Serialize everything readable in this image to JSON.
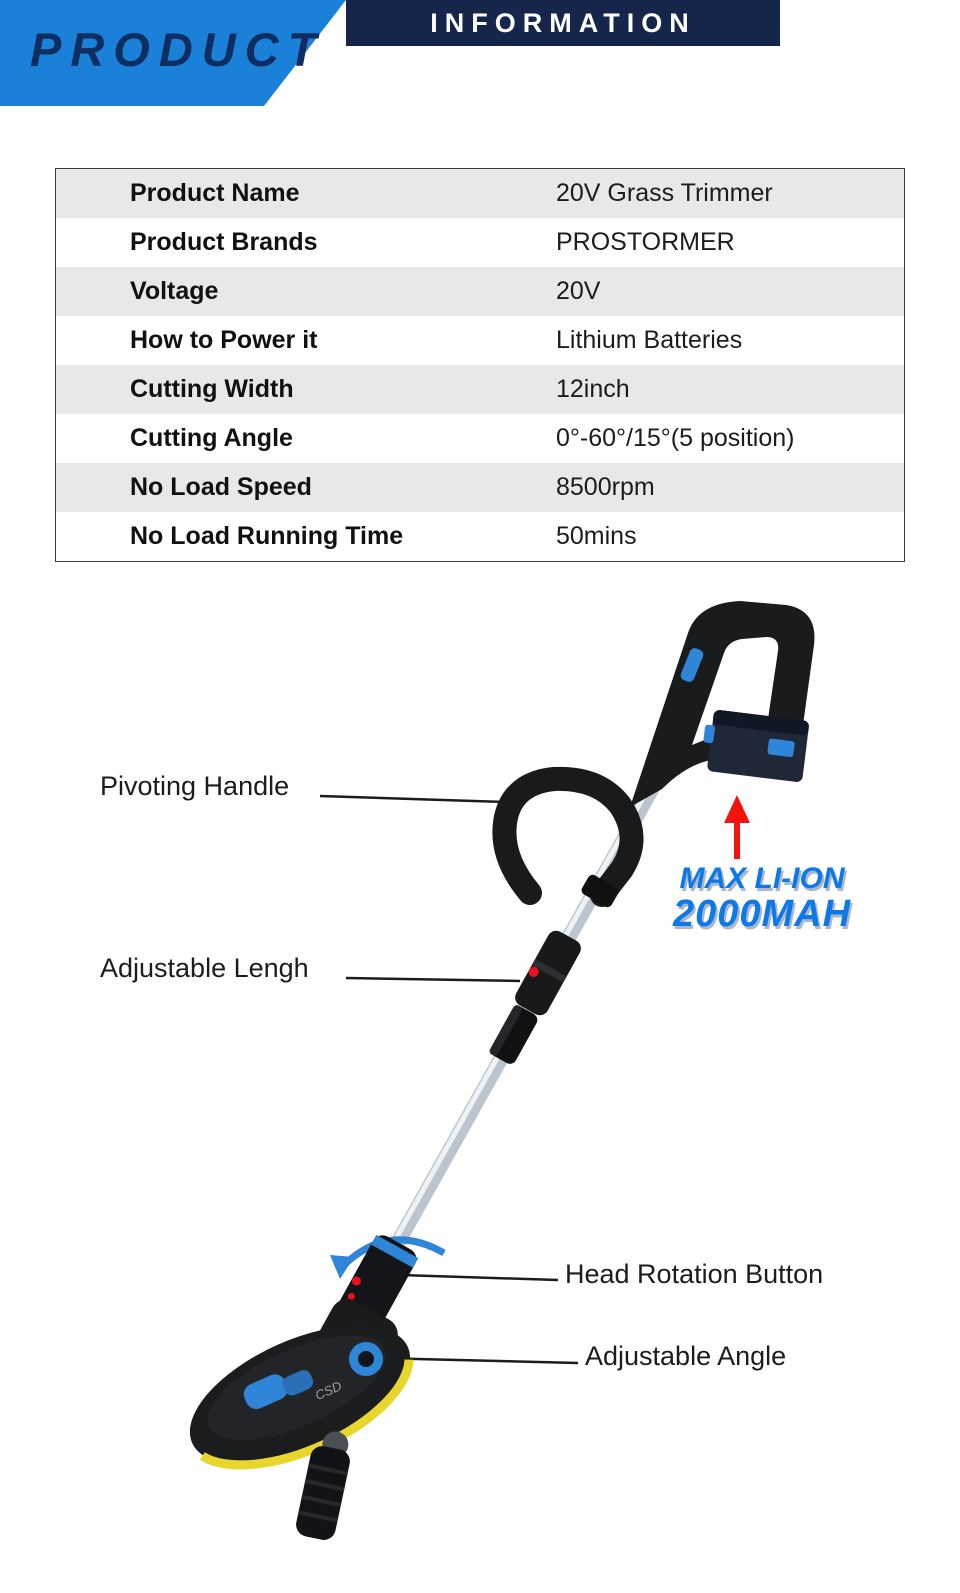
{
  "header": {
    "product_label": "PRODUCT",
    "information_label": "INFORMATION",
    "accent_blue": "#1b80d8",
    "navy": "#15264a"
  },
  "spec_table": {
    "rows": [
      {
        "label": "Product Name",
        "value": "20V Grass Trimmer"
      },
      {
        "label": "Product Brands",
        "value": "PROSTORMER"
      },
      {
        "label": "Voltage",
        "value": "20V"
      },
      {
        "label": "How to Power it",
        "value": "Lithium Batteries"
      },
      {
        "label": "Cutting Width",
        "value": "12inch"
      },
      {
        "label": "Cutting Angle",
        "value": "0°-60°/15°(5 position)"
      },
      {
        "label": "No Load Speed",
        "value": "8500rpm"
      },
      {
        "label": "No Load Running Time",
        "value": "50mins"
      }
    ]
  },
  "diagram": {
    "pivoting_handle_label": "Pivoting Handle",
    "adjustable_length_label": "Adjustable Lengh",
    "battery_line1": "MAX LI-ION",
    "battery_line2": "2000MAH",
    "head_rotation_label": "Head Rotation Button",
    "adjustable_angle_label": "Adjustable Angle",
    "guard_logo": "CSD",
    "battery_text_color": "#0d79e8",
    "arrow_color": "#f2130c",
    "device_accent_blue": "#2f86d8",
    "guard_stripe_yellow": "#e8d62c"
  }
}
